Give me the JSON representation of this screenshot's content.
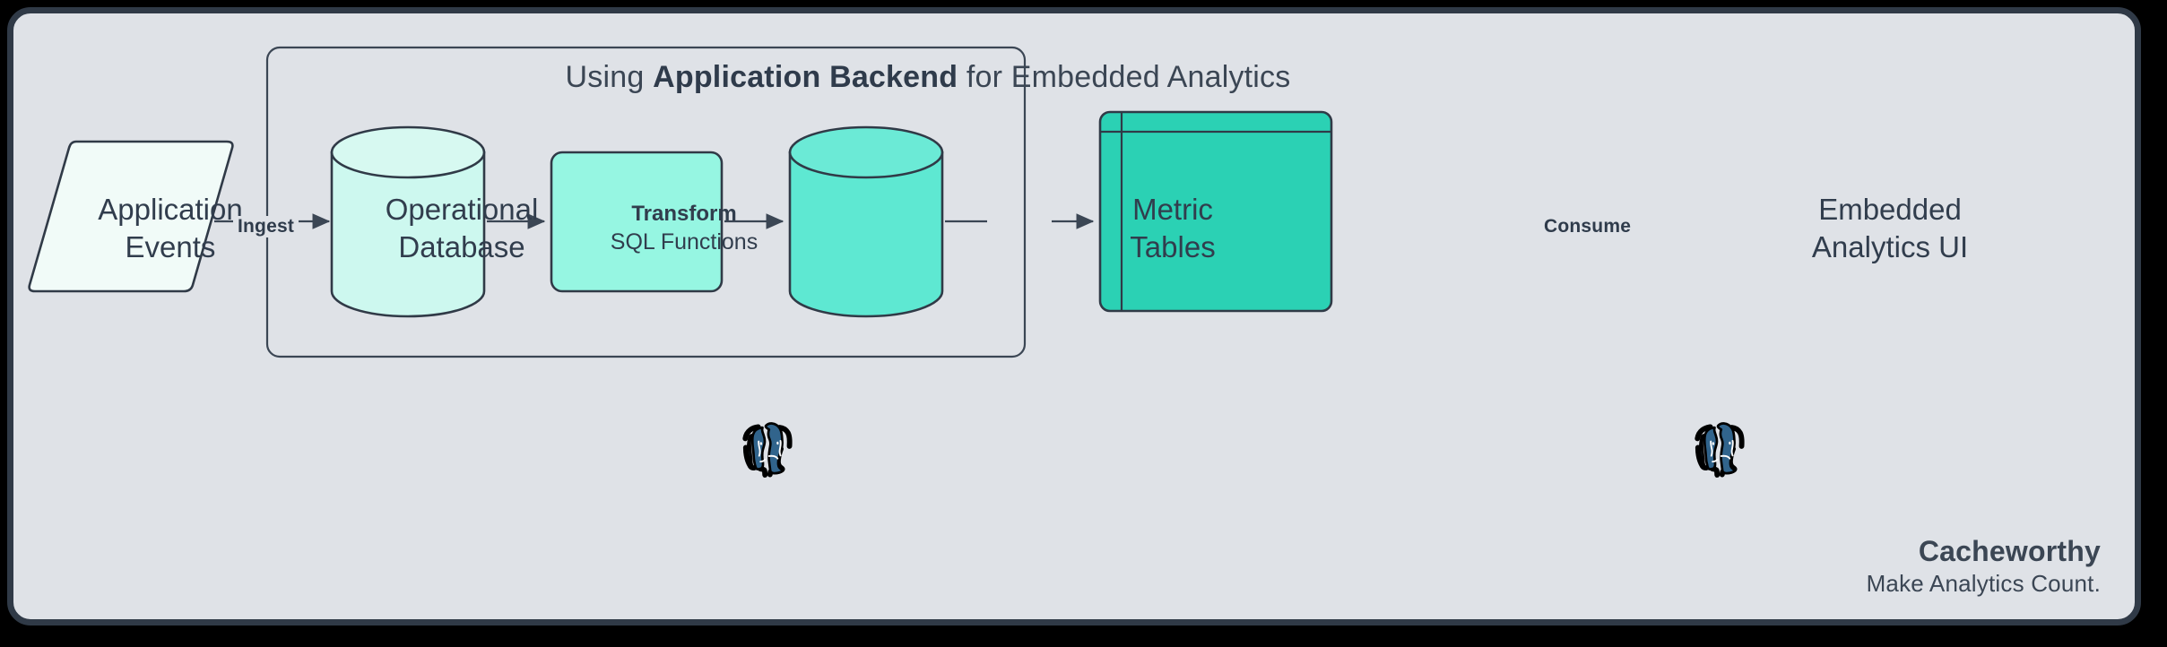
{
  "diagram": {
    "outer_background": "#dfe2e7",
    "frame_border_color": "#303a47",
    "text_color": "#313d4d",
    "group_title_prefix": "Using ",
    "group_title_bold": "Application Backend",
    "group_title_suffix": " for Embedded Analytics",
    "group_title_full": "Using Application Backend for Embedded Analytics"
  },
  "nodes": {
    "source": {
      "name": "Application Events",
      "line1": "Application",
      "line2": "Events",
      "shape": "parallelogram",
      "fill": "#f1fbf8",
      "stroke": "#303a47"
    },
    "operational_db": {
      "name": "Operational Database",
      "line1": "Operational",
      "line2": "Database",
      "shape": "cylinder",
      "fill": "#cdf8ef",
      "stroke": "#303a47",
      "badge": "postgresql-logo"
    },
    "transform": {
      "name": "Transform",
      "title": "Transform",
      "subtitle": "SQL Functions",
      "shape": "rounded-rect",
      "fill": "#96f6e2",
      "stroke": "#303a47"
    },
    "metric_tables": {
      "name": "Metric Tables",
      "line1": "Metric",
      "line2": "Tables",
      "shape": "cylinder",
      "fill": "#5ee8d2",
      "stroke": "#303a47",
      "badge": "postgresql-logo"
    },
    "analytics_ui": {
      "name": "Embedded Analytics UI",
      "line1": "Embedded",
      "line2": "Analytics UI",
      "shape": "browser-window",
      "fill": "#2bd1b4",
      "stroke": "#303a47"
    }
  },
  "edges": [
    {
      "from": "source",
      "to": "operational_db",
      "label": "Ingest"
    },
    {
      "from": "operational_db",
      "to": "transform",
      "label": ""
    },
    {
      "from": "transform",
      "to": "metric_tables",
      "label": ""
    },
    {
      "from": "metric_tables",
      "to": "analytics_ui",
      "label": "Consume"
    }
  ],
  "edge_labels": {
    "ingest": "Ingest",
    "consume": "Consume"
  },
  "brand": {
    "name": "Cacheworthy",
    "tagline": "Make Analytics Count."
  }
}
